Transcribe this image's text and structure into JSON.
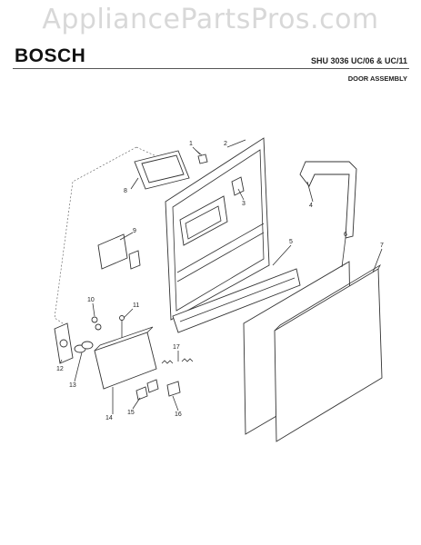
{
  "watermark": "AppliancePartsPros.com",
  "header": {
    "brand": "BOSCH",
    "model": "SHU 3036 UC/06 & UC/11",
    "section": "DOOR ASSEMBLY"
  },
  "callouts": [
    "1",
    "2",
    "3",
    "4",
    "5",
    "6",
    "7",
    "8",
    "9",
    "10",
    "11",
    "12",
    "13",
    "14",
    "15",
    "16",
    "17"
  ]
}
